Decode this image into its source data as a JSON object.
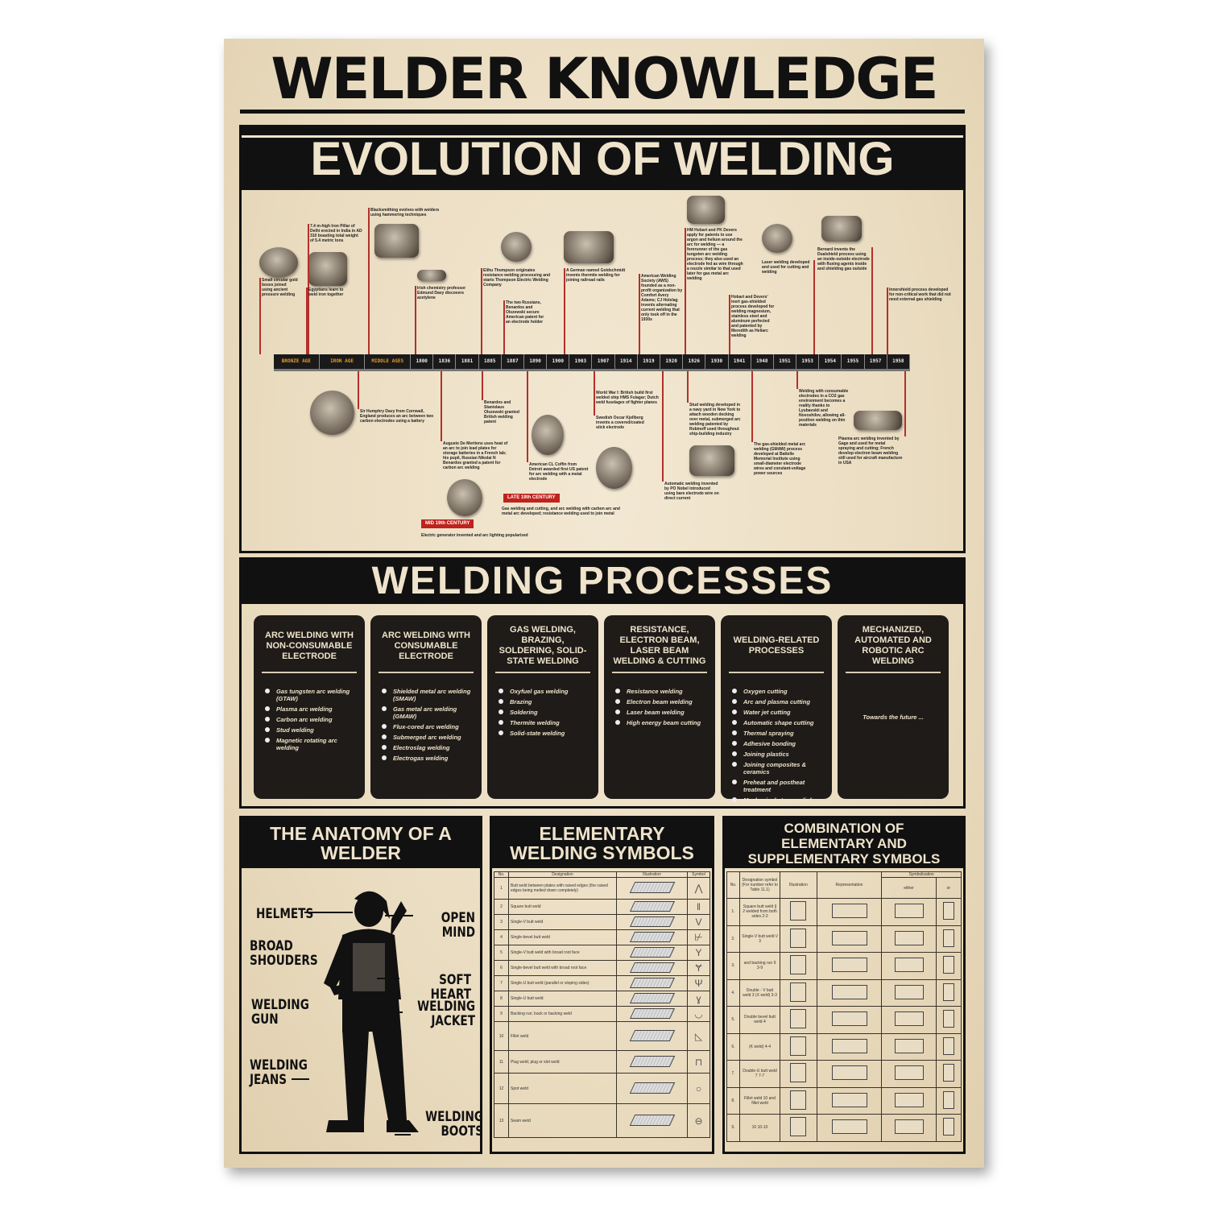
{
  "title": "WELDER KNOWLEDGE",
  "evolution": {
    "heading": "EVOLUTION OF WELDING",
    "eras": [
      "BRONZE AGE",
      "IRON AGE",
      "MIDDLE AGES"
    ],
    "years": [
      "1800",
      "1836",
      "1881",
      "1885",
      "1887",
      "1890",
      "1900",
      "1903",
      "1907",
      "1914",
      "1919",
      "1920",
      "1926",
      "1930",
      "1941",
      "1948",
      "1951",
      "1953",
      "1954",
      "1955",
      "1957",
      "1958"
    ],
    "above": [
      "Small circular gold boxes joined using ancient pressure welding",
      "Egyptians learn to weld iron together",
      "7.4 m-high Iron Pillar of Delhi erected in India in AD 310 boasting total weight of 5.4 metric tons",
      "Blacksmithing evolves with welders using hammering techniques",
      "Irish chemistry professor Edmund Davy discovers acetylene",
      "Elihu Thompson originates resistance welding processing and starts Thompson Electric Welding Company",
      "The two Russians, Benardos and Olszewski secure American patent for an electrode holder",
      "A German named Goldschmidt invents thermite welding for joining railroad rails",
      "American Welding Society (AWS) founded as a non-profit organization by Comfort Avery Adams; CJ Holslag invents alternating current welding that only took off in the 1930s",
      "HM Hobart and PK Devers apply for patents to use argon and helium around the arc for welding — a forerunner of the gas tungsten arc welding process; they also used an electrode fed as wire through a nozzle similar to that used later for gas metal arc welding",
      "Hobart and Devers' inert gas-shielded process developed for welding magnesium, stainless steel and aluminum perfected and patented by Meredith as Heliarc welding",
      "Laser welding developed and used for cutting and welding",
      "Bernard invents the Dualshield process using an inside-outside electrode with fluxing agents inside and shielding gas outside",
      "Innershield process developed for non-critical work that did not need external gas shielding"
    ],
    "below": [
      "Sir Humphry Davy from Cornwall, England produces an arc between two carbon electrodes using a battery",
      "Benardos and Stanislaus Olszewski granted British welding patent",
      "Auguste De Meritens uses heat of an arc to join lead plates for storage batteries in a French lab; his pupil, Russian Nikolai N Benardos granted a patent for carbon arc welding",
      "American CL Coffin from Detroit awarded first US patent for arc welding with a metal electrode",
      "World War I: British build first welded ship HMS Fulagar; Dutch weld fuselages of fighter planes",
      "Swedish Oscar Kjellberg invents a covered/coated stick electrode",
      "Stud welding developed in a navy yard in New York to attach wooden decking over metal, submerged arc welding patented by Robinoff used throughout ship-building industry",
      "Automatic welding invented by PO Nobel introduced using bare electrode wire on direct current",
      "The gas-shielded metal arc welding (GMAW) process developed at Battelle Memorial Institute using small-diameter electrode wires and constant-voltage power sources",
      "Welding with consumable electrodes in a CO2 gas environment becomes a reality thanks to Lyubavskii and Novoshilov, allowing all-position welding on thin materials",
      "Plasma arc welding invented by Gage and used for metal spraying and cutting; French develop electron beam welding still used for aircraft manufacture in USA"
    ],
    "periods": [
      {
        "badge": "MID 19th CENTURY",
        "text": "Electric generator invented and arc lighting popularized"
      },
      {
        "badge": "LATE 19th CENTURY",
        "text": "Gas welding and cutting, and arc welding with carbon arc and metal arc developed; resistance welding used to join metal"
      }
    ],
    "accent": "#b3302a"
  },
  "processes": {
    "heading": "WELDING PROCESSES",
    "cards": [
      {
        "title": "ARC WELDING WITH NON-CONSUMABLE ELECTRODE",
        "items": [
          "Gas tungsten arc welding (GTAW)",
          "Plasma arc welding",
          "Carbon arc welding",
          "Stud welding",
          "Magnetic rotating arc welding"
        ]
      },
      {
        "title": "ARC WELDING WITH CONSUMABLE ELECTRODE",
        "items": [
          "Shielded metal arc welding (SMAW)",
          "Gas metal arc welding (GMAW)",
          "Flux-cored arc welding",
          "Submerged arc welding",
          "Electroslag welding",
          "Electrogas welding"
        ]
      },
      {
        "title": "GAS WELDING, BRAZING, SOLDERING, SOLID-STATE WELDING",
        "items": [
          "Oxyfuel gas welding",
          "Brazing",
          "Soldering",
          "Thermite welding",
          "Solid-state welding"
        ]
      },
      {
        "title": "RESISTANCE, ELECTRON BEAM, LASER BEAM WELDING & CUTTING",
        "items": [
          "Resistance welding",
          "Electron beam welding",
          "Laser beam welding",
          "High energy beam cutting"
        ]
      },
      {
        "title": "WELDING-RELATED PROCESSES",
        "items": [
          "Oxygen cutting",
          "Arc and plasma cutting",
          "Water jet cutting",
          "Automatic shape cutting",
          "Thermal spraying",
          "Adhesive bonding",
          "Joining plastics",
          "Joining composites & ceramics",
          "Preheat and postheat treatment",
          "Mechanical stress relief"
        ]
      },
      {
        "title": "MECHANIZED, AUTOMATED AND ROBOTIC ARC WELDING",
        "items": [],
        "note": "Towards the future ..."
      }
    ]
  },
  "anatomy": {
    "heading": "THE ANATOMY OF A WELDER",
    "labels": [
      "HELMETS",
      "OPEN MIND",
      "BROAD SHOUDERS",
      "SOFT HEART",
      "WELDING GUN",
      "WELDING JACKET",
      "WELDING JEANS",
      "WELDING BOOTS"
    ]
  },
  "elementary": {
    "heading": "ELEMENTARY WELDING SYMBOLS",
    "columns": [
      "No.",
      "Designation",
      "Illustration",
      "Symbol"
    ],
    "rows": [
      {
        "no": "1",
        "designation": "Butt weld between plates with raised edges (the raised edges being melted down completely)",
        "symbol": "⋀"
      },
      {
        "no": "2",
        "designation": "Square butt weld",
        "symbol": "‖"
      },
      {
        "no": "3",
        "designation": "Single-V butt weld",
        "symbol": "V"
      },
      {
        "no": "4",
        "designation": "Single-bevel butt weld",
        "symbol": "⊬"
      },
      {
        "no": "5",
        "designation": "Single-V butt weld with broad root face",
        "symbol": "Y"
      },
      {
        "no": "6",
        "designation": "Single-bevel butt weld with broad root face",
        "symbol": "Ɏ"
      },
      {
        "no": "7",
        "designation": "Single-U butt weld (parallel or sloping sides)",
        "symbol": "Ψ"
      },
      {
        "no": "8",
        "designation": "Single-U butt weld",
        "symbol": "ɣ"
      },
      {
        "no": "9",
        "designation": "Backing run; back or backing weld",
        "symbol": "◡"
      },
      {
        "no": "10",
        "designation": "Fillet weld",
        "symbol": "◺"
      },
      {
        "no": "11",
        "designation": "Plug weld; plug or slot weld",
        "symbol": "⊓"
      },
      {
        "no": "12",
        "designation": "Spot weld",
        "symbol": "○"
      },
      {
        "no": "13",
        "designation": "Seam weld",
        "symbol": "⊖"
      }
    ]
  },
  "combination": {
    "heading": "COMBINATION OF ELEMENTARY AND SUPPLEMENTARY SYMBOLS",
    "columns": {
      "no": "No.",
      "designation": "Designation symbol (For number refer to Table 11.1)",
      "illustration": "Illustration",
      "representation": "Representation",
      "symbolization": "Symbolization",
      "either": "either",
      "or": "or"
    },
    "rows": [
      {
        "no": "1.",
        "designation": "Square butt weld || 2 welded from both sides 2-2"
      },
      {
        "no": "2.",
        "designation": "Single-V butt weld \\/ 3"
      },
      {
        "no": "3.",
        "designation": "and backing run 9 3-9"
      },
      {
        "no": "4.",
        "designation": "Double - V butt weld 3 (X weld) 3-3"
      },
      {
        "no": "5.",
        "designation": "Double bevel butt weld 4"
      },
      {
        "no": "6.",
        "designation": "(K weld) 4-4"
      },
      {
        "no": "7.",
        "designation": "Double-U butt weld 7 7-7"
      },
      {
        "no": "8.",
        "designation": "Fillet weld 10 and fillet weld"
      },
      {
        "no": "9.",
        "designation": "10 10-10"
      }
    ]
  }
}
